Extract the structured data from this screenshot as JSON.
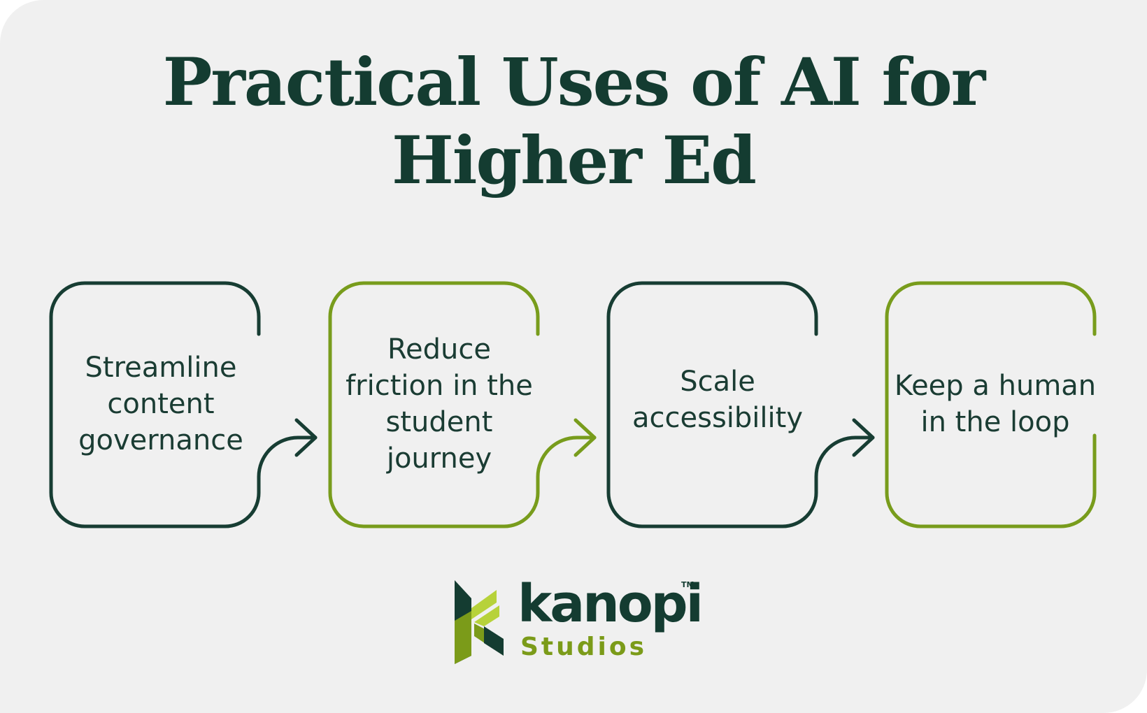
{
  "title": {
    "line1": "Practical Uses of AI for",
    "line2": "Higher Ed"
  },
  "steps": [
    {
      "label": "Streamline content governance",
      "color": "#173d33"
    },
    {
      "label": "Reduce friction in the student journey",
      "color": "#789c1c"
    },
    {
      "label": "Scale accessibility",
      "color": "#173d33"
    },
    {
      "label": "Keep a human in the loop",
      "color": "#789c1c"
    }
  ],
  "connectors": [
    {
      "from": 1,
      "to": 2,
      "icon": "arrow-right-icon",
      "color": "#173d33"
    },
    {
      "from": 2,
      "to": 3,
      "icon": "arrow-right-icon",
      "color": "#789c1c"
    },
    {
      "from": 3,
      "to": 4,
      "icon": "arrow-right-icon",
      "color": "#173d33"
    }
  ],
  "logo": {
    "name": "kanopi",
    "subtitle": "Studios",
    "trademark": "TM",
    "icon": "kanopi-k-mark-icon",
    "colors": {
      "dark": "#143c31",
      "green": "#7b9b19",
      "lime": "#b7d23a"
    }
  },
  "colors": {
    "background": "#f0f0f0",
    "dark_green": "#173d33",
    "olive_green": "#789c1c"
  }
}
